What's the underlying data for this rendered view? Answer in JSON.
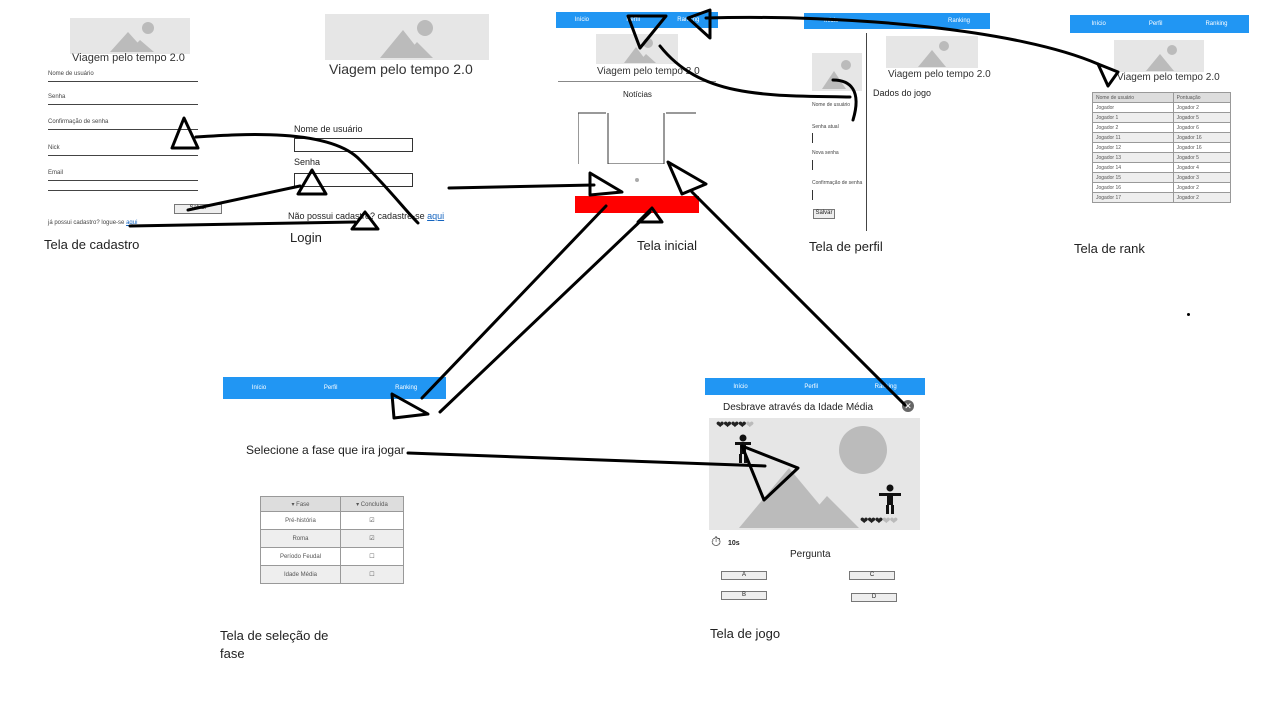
{
  "app_title": "Viagem pelo tempo 2.0",
  "screens": {
    "cadastro": {
      "caption": "Tela de cadastro",
      "fields": [
        "Nome de usuário",
        "Senha",
        "Confirmação de senha",
        "Nick",
        "Email"
      ],
      "save_button": "Salvar",
      "footer_text": "já possui cadastro? logue-se",
      "footer_link": "aqui"
    },
    "login": {
      "caption": "Login",
      "username_label": "Nome de usuário",
      "password_label": "Senha",
      "no_account_text": "Não possui cadastro? cadastre-se",
      "no_account_link": "aqui"
    },
    "inicial": {
      "caption": "Tela inicial",
      "nav": [
        "Início",
        "Perfil",
        "Ranking"
      ],
      "news_label": "Notícias"
    },
    "perfil": {
      "caption": "Tela de perfil",
      "nav": [
        "Início",
        "Ranking"
      ],
      "dados_heading": "Dados do jogo",
      "fields": [
        "Nome de usuário",
        "Senha atual",
        "Nova senha",
        "Confirmação de senha"
      ],
      "save_button": "Salvar"
    },
    "rank": {
      "caption": "Tela de rank",
      "nav": [
        "Início",
        "Perfil",
        "Ranking"
      ],
      "col_headers": [
        "Nome de usuário",
        "Pontuação"
      ],
      "rows": [
        [
          "Jogador",
          "Jogador 2"
        ],
        [
          "Jogador 1",
          "Jogador 5"
        ],
        [
          "Jogador 2",
          "Jogador 6"
        ],
        [
          "Jogador 11",
          "Jogador 16"
        ],
        [
          "Jogador 12",
          "Jogador 16"
        ],
        [
          "Jogador 13",
          "Jogador 5"
        ],
        [
          "Jogador 14",
          "Jogador 4"
        ],
        [
          "Jogador 15",
          "Jogador 3"
        ],
        [
          "Jogador 16",
          "Jogador 2"
        ],
        [
          "Jogador 17",
          "Jogador 2"
        ]
      ]
    },
    "fase": {
      "caption": "Tela de seleção de fase",
      "nav": [
        "Início",
        "Perfil",
        "Ranking"
      ],
      "prompt": "Selecione a fase que ira jogar",
      "col_headers": [
        "▾ Fase",
        "▾ Concluída"
      ],
      "rows": [
        "Pré-história",
        "Roma",
        "Período Feudal",
        "Idade Média"
      ],
      "checked": [
        true,
        true,
        false,
        false
      ]
    },
    "jogo": {
      "caption": "Tela de jogo",
      "nav": [
        "Início",
        "Perfil",
        "Ranking"
      ],
      "heading": "Desbrave através da Idade Média",
      "timer": "10s",
      "question_label": "Pergunta",
      "answers": [
        "A",
        "B",
        "C",
        "D"
      ]
    }
  },
  "colors": {
    "nav_blue": "#2196f3",
    "play_red": "#ff0000",
    "placeholder": "#e6e6e6"
  }
}
